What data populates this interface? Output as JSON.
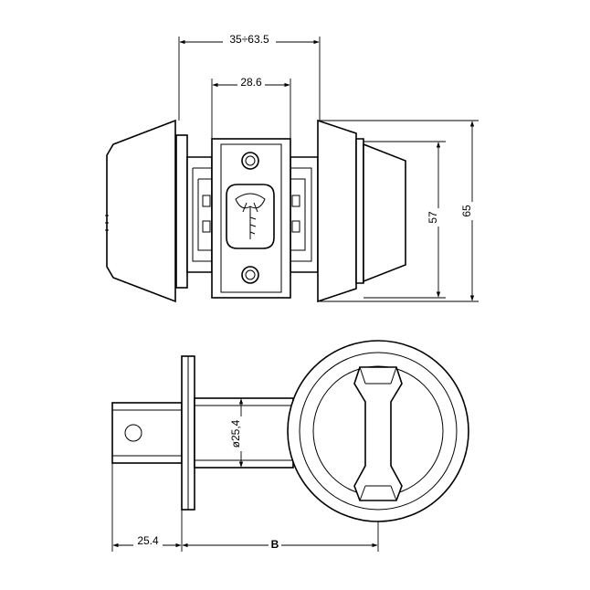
{
  "dimensions": {
    "backset_range": "35÷63.5",
    "faceplate_width": "28.6",
    "rose_height_inner": "57",
    "rose_height_outer": "65",
    "bolt_projection": "25.4",
    "bore_diameter": "ø25,4",
    "door_thickness": "B"
  }
}
